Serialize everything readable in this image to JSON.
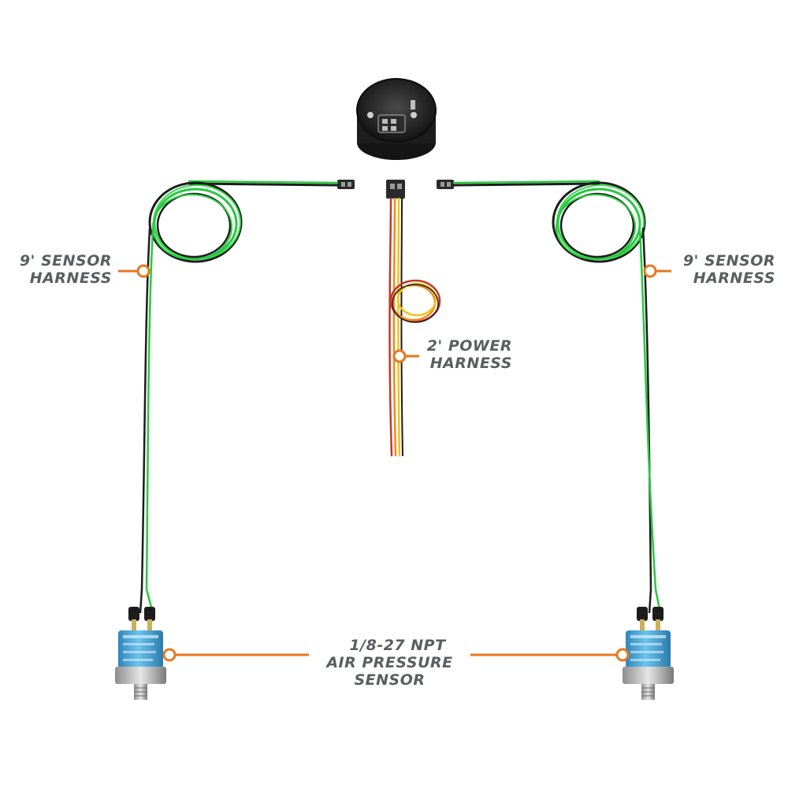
{
  "colors": {
    "callout": "#e8771e",
    "label_text": "#5a5e61",
    "sensor_wire_green": "#27c93f",
    "sensor_wire_black": "#1c1c1c",
    "power_wire_orange": "#f08a1d",
    "power_wire_red": "#c0392b",
    "power_wire_yellow": "#f2c21a",
    "sensor_body_blue": "#4aa8d8",
    "background": "#ffffff"
  },
  "labels": {
    "left_sensor_harness": {
      "line1": "9' SENSOR",
      "line2": "HARNESS"
    },
    "right_sensor_harness": {
      "line1": "9' SENSOR",
      "line2": "HARNESS"
    },
    "power_harness": {
      "line1": "2' POWER",
      "line2": "HARNESS"
    },
    "air_pressure_sensor": {
      "line1": "1/8-27 NPT",
      "line2": "AIR PRESSURE",
      "line3": "SENSOR"
    }
  },
  "icons": {
    "gauge": "gauge-back-icon",
    "sensor": "pressure-sensor-icon",
    "connector": "connector-plug-icon"
  }
}
